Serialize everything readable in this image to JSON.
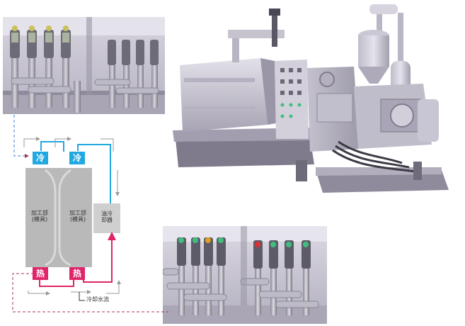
{
  "diagram": {
    "cold_label": "冷",
    "hot_label": "热",
    "mold_label_1": "加工部",
    "mold_label_2": "(模具)",
    "cooler_label_1": "油冷",
    "cooler_label_2": "却器",
    "cooling_water_label": "冷却水流"
  },
  "colors": {
    "cold": "#22a8e0",
    "hot": "#e0246a",
    "mold": "#b9b9b9",
    "cooler": "#cfcfcf",
    "flow_gray": "#9a9a9a",
    "connector": "#b0305a",
    "machine_body": "#c9c6d3"
  },
  "icons": {
    "connector_line": "dashed-connector",
    "flow_arrow": "arrowhead"
  }
}
